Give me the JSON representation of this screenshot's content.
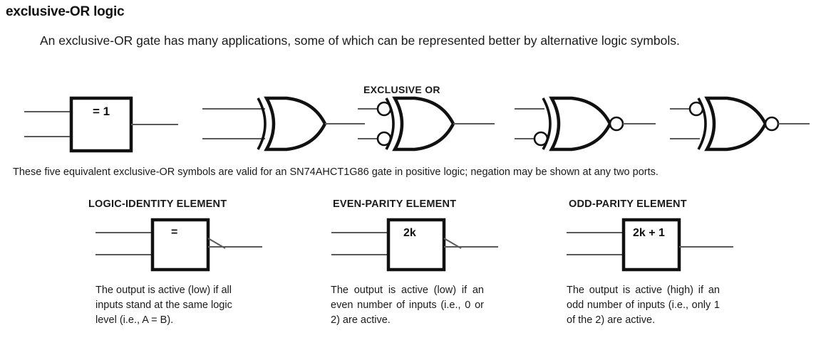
{
  "page": {
    "title": "exclusive-OR logic",
    "intro": "An exclusive-OR gate has many applications, some of which can be represented better by alternative logic symbols.",
    "exclusive_or_heading": "EXCLUSIVE OR",
    "equivalence_caption": "These five equivalent exclusive-OR symbols are valid for an SN74AHCT1G86 gate in positive logic; negation may be shown at any two ports."
  },
  "symbols": [
    {
      "name": "iec-rectangle-xor",
      "label": "= 1",
      "style": "rectangle",
      "input_bubbles": [],
      "output_bubble": false
    },
    {
      "name": "distinctive-xor",
      "label": "",
      "style": "distinctive",
      "input_bubbles": [],
      "output_bubble": false
    },
    {
      "name": "xor-both-inputs-negated",
      "label": "",
      "style": "distinctive",
      "input_bubbles": [
        "top",
        "bottom"
      ],
      "output_bubble": false
    },
    {
      "name": "xor-lower-input-and-output-negated",
      "label": "",
      "style": "distinctive",
      "input_bubbles": [
        "bottom"
      ],
      "output_bubble": true
    },
    {
      "name": "xor-upper-input-and-output-negated",
      "label": "",
      "style": "distinctive",
      "input_bubbles": [
        "top"
      ],
      "output_bubble": true
    }
  ],
  "elements": [
    {
      "heading": "LOGIC-IDENTITY ELEMENT",
      "box_label": "=",
      "output_marker": "slash",
      "description": "The output is active (low) if all inputs stand at the same logic level (i.e., A = B)."
    },
    {
      "heading": "EVEN-PARITY ELEMENT",
      "box_label": "2k",
      "output_marker": "slash",
      "description": "The output is active (low) if an even number of inputs (i.e., 0 or 2) are active."
    },
    {
      "heading": "ODD-PARITY ELEMENT",
      "box_label": "2k + 1",
      "output_marker": "none",
      "description": "The output is active (high) if an odd number of inputs (i.e., only 1 of the 2) are active."
    }
  ],
  "colors": {
    "ink": "#111111",
    "wire": "#5a5a5a",
    "background": "#ffffff"
  }
}
